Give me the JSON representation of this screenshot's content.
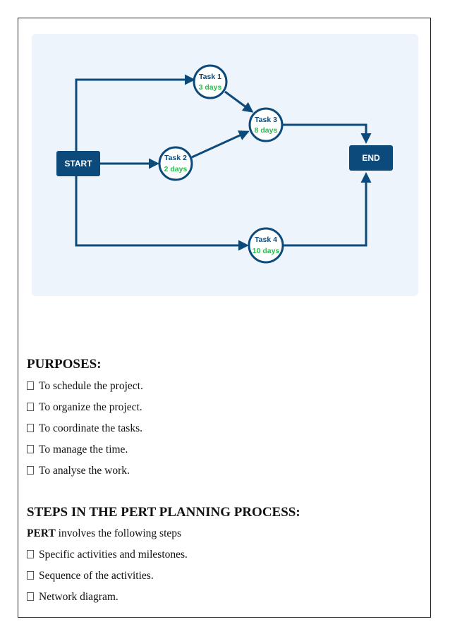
{
  "diagram": {
    "start_label": "START",
    "end_label": "END",
    "tasks": [
      {
        "name": "Task 1",
        "duration": "3 days"
      },
      {
        "name": "Task 2",
        "duration": "2 days"
      },
      {
        "name": "Task 3",
        "duration": "8 days"
      },
      {
        "name": "Task 4",
        "duration": "10 days"
      }
    ],
    "colors": {
      "navy": "#0d4a7c",
      "duration_green": "#2dbb4f",
      "panel": "#edf4fb",
      "node_fill": "#ffffff"
    }
  },
  "purposes": {
    "heading": "PURPOSES:",
    "items": [
      "To schedule the project.",
      "To organize the project.",
      "To coordinate the tasks.",
      "To manage the time.",
      "To analyse the work."
    ]
  },
  "steps": {
    "heading": "STEPS IN THE PERT PLANNING PROCESS:",
    "intro_bold": "PERT",
    "intro_rest": " involves the following steps",
    "items": [
      "Specific activities and milestones.",
      "Sequence of the activities.",
      "Network diagram."
    ]
  }
}
